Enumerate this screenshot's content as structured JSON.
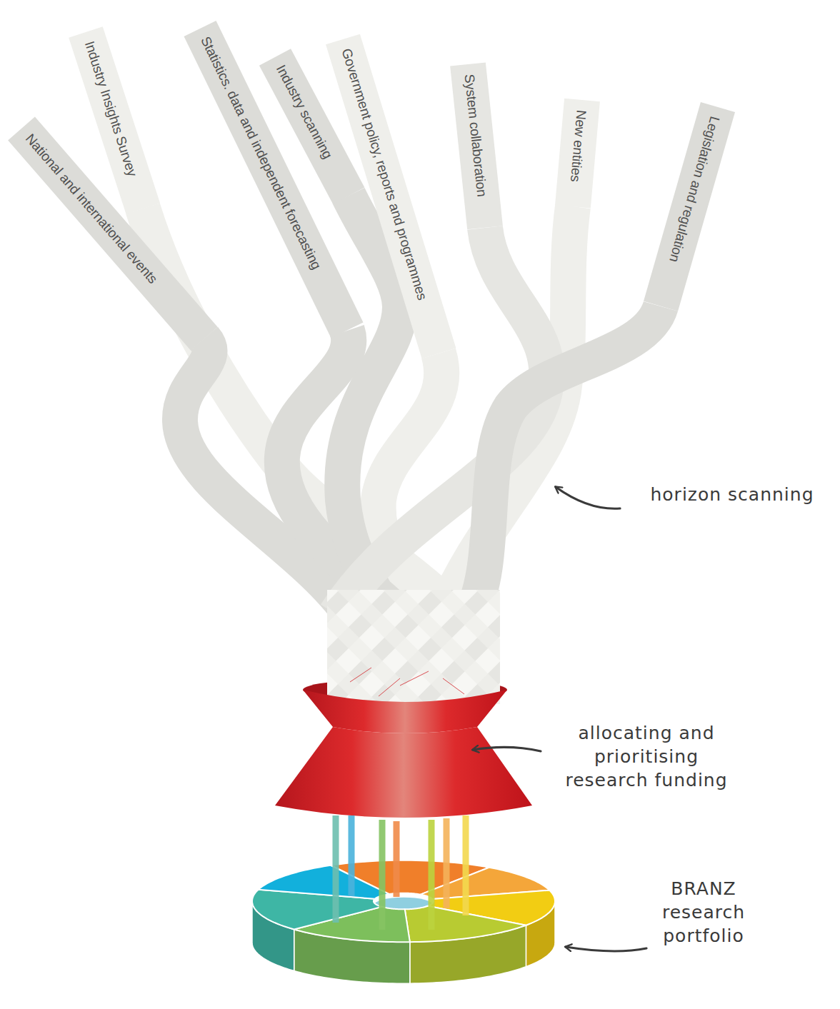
{
  "diagram": {
    "nodes": [
      {
        "text": [
          "National and international events"
        ]
      },
      {
        "text": [
          "Industry Insights Survey"
        ]
      },
      {
        "text": [
          "Statistics. data and independent forecasting"
        ]
      },
      {
        "text": [
          "Industry scanning"
        ]
      },
      {
        "text": [
          "Government policy, reports and programmes"
        ]
      },
      {
        "text": [
          "System collaboration"
        ]
      },
      {
        "text": [
          "New entities"
        ]
      },
      {
        "text": [
          "Legislation and regulation"
        ]
      }
    ],
    "labels": [
      "horizon scanning",
      "allocating and prioritising research funding",
      "BRANZ research portfolio"
    ]
  }
}
